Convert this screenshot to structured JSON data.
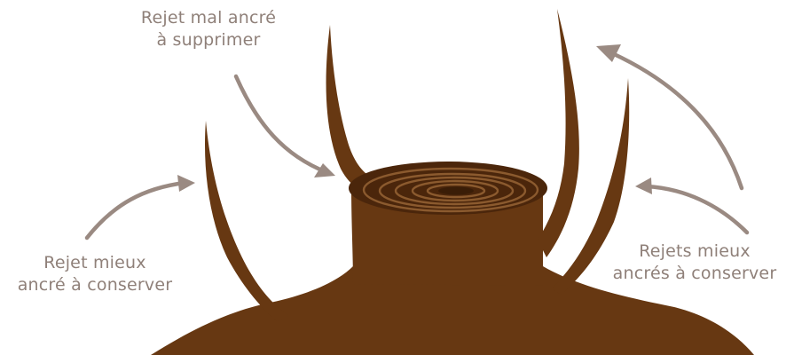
{
  "labels": {
    "top": {
      "line1": "Rejet mal ancré",
      "line2": "à supprimer"
    },
    "left": {
      "line1": "Rejet mieux",
      "line2": "ancré à conserver"
    },
    "right": {
      "line1": "Rejets mieux",
      "line2": "ancrés à conserver"
    }
  },
  "colors": {
    "trunk": "#673812",
    "trunk_top": "#4b260b",
    "rings": "#8b5a2e",
    "arrow": "#9a8a82",
    "text": "#8f8079"
  }
}
